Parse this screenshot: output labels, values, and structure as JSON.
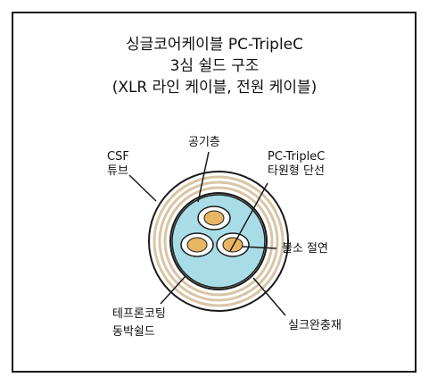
{
  "title": {
    "line1": "싱글코어케이블 PC-TripleC",
    "line2": "3심 쉴드 구조",
    "line3": "(XLR 라인 케이블, 전원 케이블)"
  },
  "labels": {
    "csf_tube_1": "CSF",
    "csf_tube_2": "튜브",
    "air_layer": "공기층",
    "conductor_1": "PC-TripleC",
    "conductor_2": "타원형 단선",
    "insulation": "불소 절연",
    "shield_1": "테프론코팅",
    "shield_2": "동박쉴드",
    "silk_filler": "실크완충재"
  },
  "colors": {
    "border": "#1a1a1a",
    "outer_ring": "#d9c5a6",
    "fill_blue": "#a8dde8",
    "conductor": "#e8b563",
    "insulation_white": "#ffffff"
  }
}
